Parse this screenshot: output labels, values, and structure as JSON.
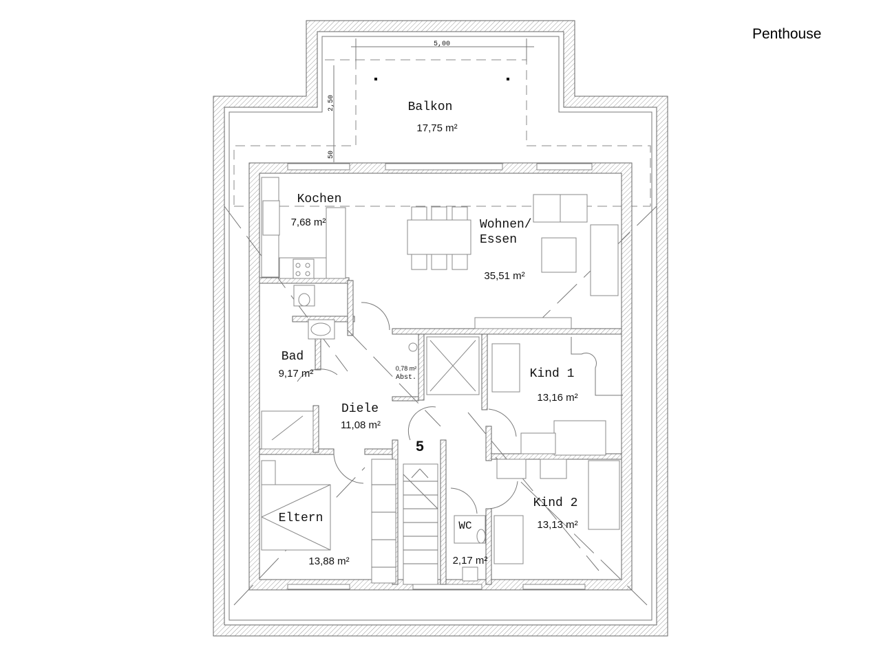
{
  "header": {
    "title": "Penthouse"
  },
  "dimensions": {
    "balcony_width": "5,00",
    "balcony_depth": "2,50",
    "offset": "50"
  },
  "rooms": {
    "balkon": {
      "name": "Balkon",
      "area": "17,75 m²"
    },
    "kochen": {
      "name": "Kochen",
      "area": "7,68 m²"
    },
    "wohnen": {
      "name_line1": "Wohnen/",
      "name_line2": "Essen",
      "area": "35,51 m²"
    },
    "bad": {
      "name": "Bad",
      "area": "9,17 m²"
    },
    "abst": {
      "name": "Abst.",
      "area": "0,78 m²"
    },
    "kind1": {
      "name": "Kind 1",
      "area": "13,16 m²"
    },
    "diele": {
      "name": "Diele",
      "area": "11,08 m²"
    },
    "kind2": {
      "name": "Kind 2",
      "area": "13,13 m²"
    },
    "wc": {
      "name": "WC",
      "area": "2,17 m²"
    },
    "eltern": {
      "name": "Eltern",
      "area": "13,88 m²"
    }
  },
  "stair_number": "5"
}
